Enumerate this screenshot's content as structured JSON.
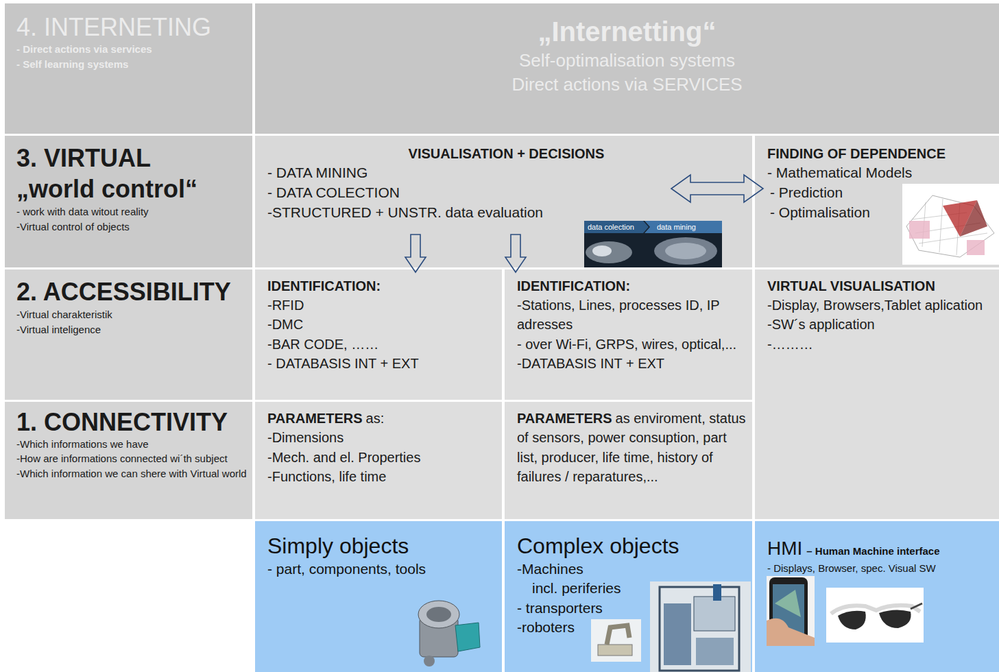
{
  "diagram": {
    "nodes": [
      {
        "text": [
          "4. INTERNETING",
          "- Direct actions via services",
          "- Self learning systems"
        ]
      },
      {
        "text": [
          "„Internetting“",
          "Self-optimalisation systems",
          "Direct actions via SERVICES"
        ]
      },
      {
        "text": [
          "3. VIRTUAL",
          "„world control“",
          "- work with data witout reality",
          "-Virtual control of objects"
        ]
      },
      {
        "text": [
          "VISUALISATION + DECISIONS",
          "- DATA MINING",
          "- DATA COLECTION",
          "-STRUCTURED + UNSTR. data evaluation"
        ]
      },
      {
        "text": [
          "FINDING OF DEPENDENCE",
          "- Mathematical Models",
          "- Prediction",
          "- Optimalisation"
        ]
      },
      {
        "text": [
          "2. ACCESSIBILITY",
          "-Virtual charakteristik",
          "-Virtual inteligence"
        ]
      },
      {
        "text": [
          "IDENTIFICATION:",
          "-RFID",
          "-DMC",
          "-BAR CODE, ……",
          "- DATABASIS INT + EXT"
        ]
      },
      {
        "text": [
          "IDENTIFICATION:",
          "-Stations, Lines, processes ID, IP adresses",
          "- over Wi-Fi, GRPS, wires, optical,...",
          "-DATABASIS INT + EXT"
        ]
      },
      {
        "text": [
          "VIRTUAL VISUALISATION",
          "-Display, Browsers,Tablet aplication",
          "-SW´s application",
          "-………"
        ]
      },
      {
        "text": [
          "1. CONNECTIVITY",
          "-Which informations we have",
          "-How are informations connected wi´th subject",
          "-Which information we can shere with Virtual world"
        ]
      },
      {
        "text": [
          "PARAMETERS",
          "as:",
          "-Dimensions",
          "-Mech. and el. Properties",
          "-Functions, life time"
        ]
      },
      {
        "text": [
          "PARAMETERS",
          "as enviroment, status of sensors, power consuption, part list, producer, life time, history of failures / reparatures,..."
        ]
      },
      {
        "text": [
          "Simply objects",
          "- part, components, tools"
        ]
      },
      {
        "text": [
          "Complex objects",
          "-Machines",
          "incl. periferies",
          "- transporters",
          "-roboters"
        ]
      },
      {
        "text": [
          "HMI",
          "– Human Machine interface",
          "- Displays, Browser, spec. Visual SW"
        ]
      }
    ],
    "edges": [
      {
        "from": 3,
        "to": 4,
        "arrow": "both"
      },
      {
        "from": 3,
        "to": 6,
        "arrow": "to"
      },
      {
        "from": 3,
        "to": 7,
        "arrow": "to"
      }
    ],
    "labels": [
      "data colection",
      "data mining"
    ]
  }
}
